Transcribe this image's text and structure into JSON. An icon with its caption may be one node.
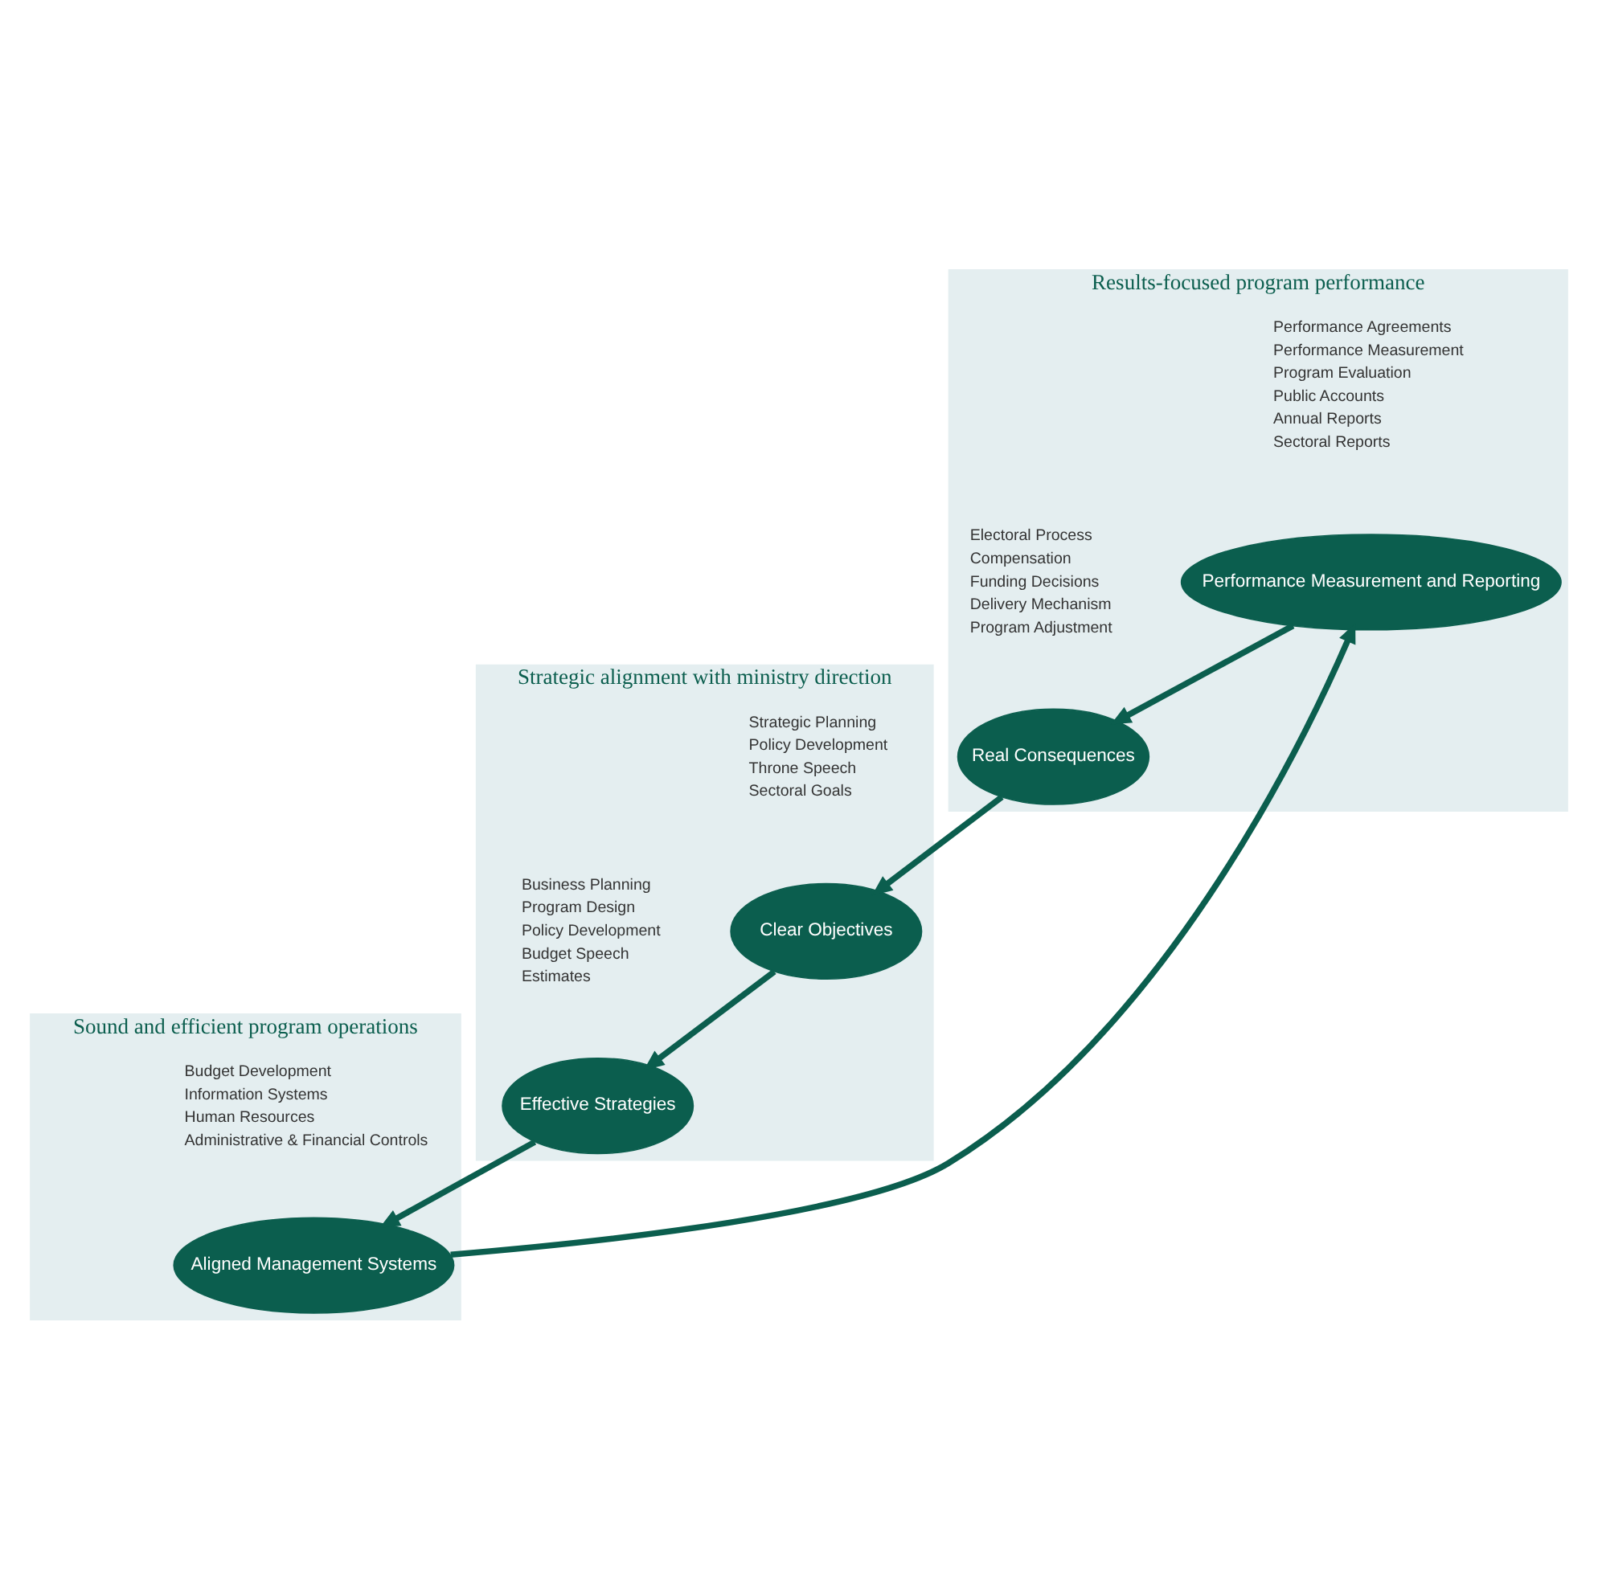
{
  "diagram": {
    "nodes": [
      {
        "text": [
          "Results-focused program performance"
        ]
      },
      {
        "text": [
          "Strategic alignment with ministry direction"
        ]
      },
      {
        "text": [
          "Sound and efficient program operations"
        ]
      },
      {
        "text": [
          "Clear Objectives"
        ],
        "in": 1,
        "beside": [
          "Strategic Planning",
          "Policy Development",
          "Throne Speech",
          "Sectoral Goals"
        ]
      },
      {
        "text": [
          "Effective Strategies"
        ],
        "in": 1,
        "beside": [
          "Business Planning",
          "Program Design",
          "Policy Development",
          "Budget Speech",
          "Estimates"
        ]
      },
      {
        "text": [
          "Aligned Management Systems"
        ],
        "in": 2,
        "beside": [
          "Budget Development",
          "Information Systems",
          "Human Resources",
          "Administrative & Financial Controls"
        ]
      },
      {
        "text": [
          "Performance Measurement and Reporting"
        ],
        "in": 0,
        "beside": [
          "Performance Agreements",
          "Performance Measurement",
          "Program Evaluation",
          "Public Accounts",
          "Annual Reports",
          "Sectoral Reports"
        ]
      },
      {
        "text": [
          "Real Consequences"
        ],
        "in": 0,
        "beside": [
          "Electoral Process",
          "Compensation",
          "Funding Decisions",
          "Delivery Mechanism",
          "Program Adjustment"
        ]
      }
    ],
    "edges": [
      {
        "from": 3,
        "to": 4,
        "arrow": "to"
      },
      {
        "from": 4,
        "to": 5,
        "arrow": "to"
      },
      {
        "from": 5,
        "to": 6,
        "arrow": "to"
      },
      {
        "from": 6,
        "to": 7,
        "arrow": "to"
      },
      {
        "from": 7,
        "to": 3,
        "arrow": "to"
      }
    ]
  }
}
